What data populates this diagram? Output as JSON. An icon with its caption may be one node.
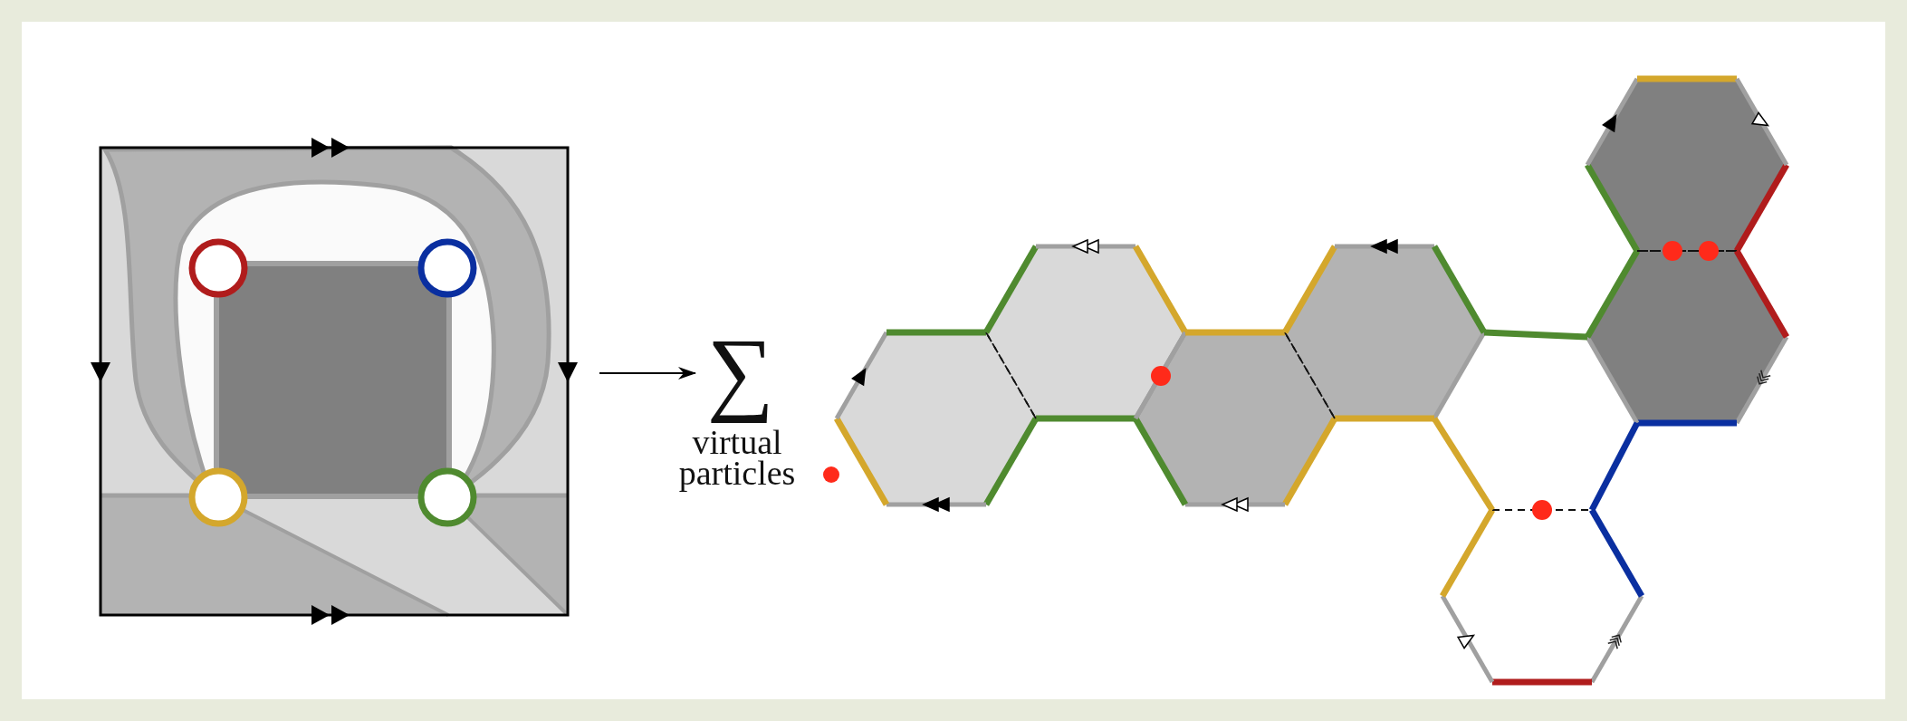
{
  "diagram": {
    "nodes": [
      {
        "text": [],
        "shape": "box"
      },
      {
        "text": [
          "∑"
        ],
        "beside": [
          "virtual particles"
        ]
      }
    ],
    "edges": [
      {
        "from": 0,
        "to": 1,
        "arrow": "to"
      }
    ]
  }
}
